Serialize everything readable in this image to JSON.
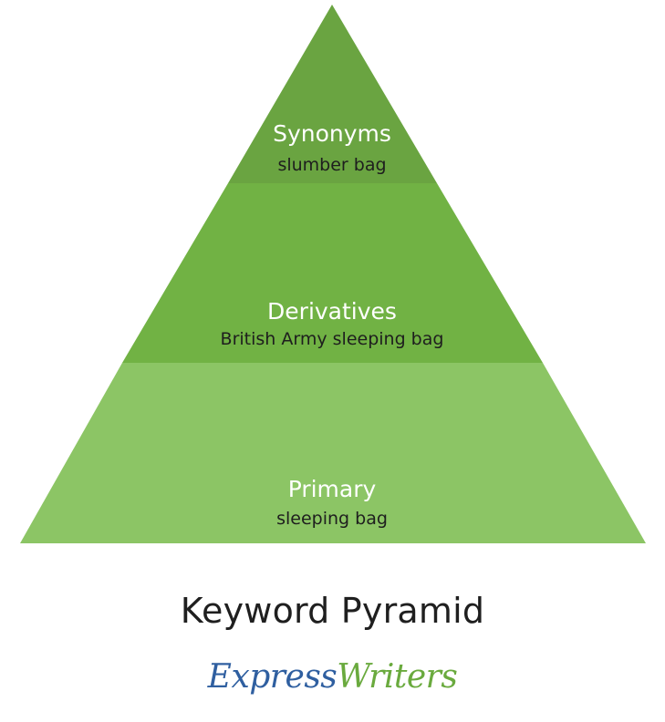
{
  "tiers": [
    {
      "title": "Synonyms",
      "example": "slumber bag",
      "color": "#6aa441"
    },
    {
      "title": "Derivatives",
      "example": "British Army sleeping bag",
      "color": "#71b244"
    },
    {
      "title": "Primary",
      "example": "sleeping bag",
      "color": "#8cc565"
    }
  ],
  "caption": "Keyword Pyramid",
  "logo": {
    "word1": "Express",
    "word2": "Writers",
    "color1": "#2f5fa0",
    "color2": "#6aaa3e"
  }
}
